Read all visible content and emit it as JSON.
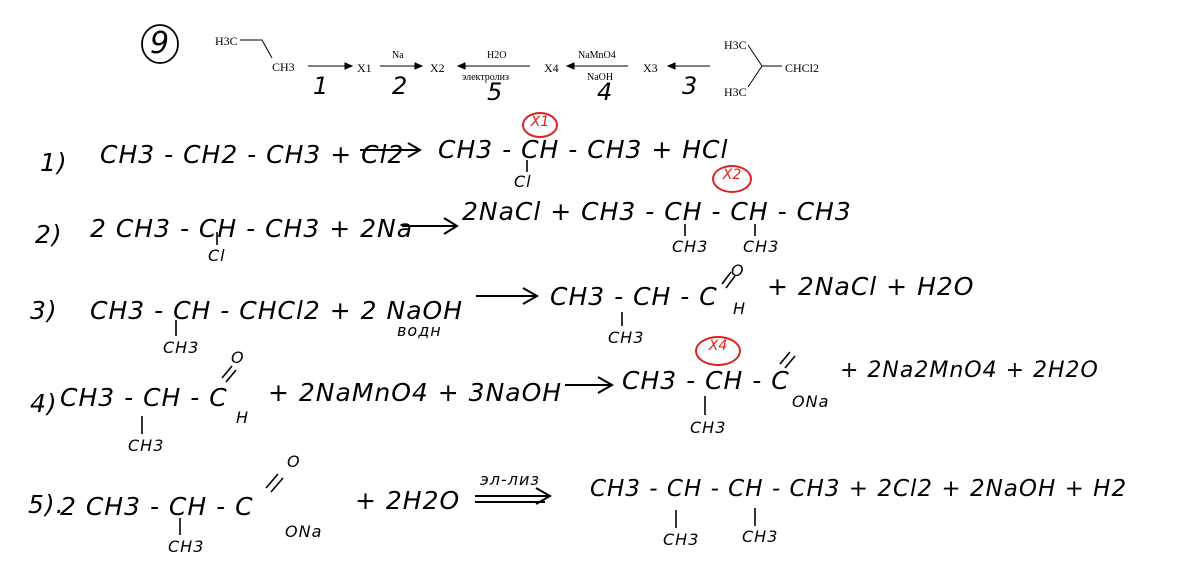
{
  "task": {
    "number": "9",
    "start": {
      "top": "H3C",
      "bottom": "CH3"
    },
    "end": {
      "top": "H3C",
      "bottom": "H3C",
      "group": "CHCl2"
    },
    "x1": "X1",
    "x2": "X2",
    "x3": "X3",
    "x4": "X4",
    "arrow2_label": "Na",
    "arrow5_top": "H2O",
    "arrow5_bottom": "электролиз",
    "arrow4_top": "NaMnO4",
    "arrow4_bottom": "NaOH",
    "step_nums": [
      "1",
      "2",
      "5",
      "4",
      "3"
    ]
  },
  "steps": [
    {
      "label": "1)",
      "left": "CH3 - CH2 - CH3  +  Cl2",
      "product": "CH3 - CH - CH3 + HCl",
      "sub": "Cl",
      "tag": "X1"
    },
    {
      "label": "2)",
      "left": "2  CH3 - CH - CH3 + 2Na",
      "left_sub": "Cl",
      "product": "2NaCl  +  CH3 - CH - CH - CH3",
      "sub1": "CH3",
      "sub2": "CH3",
      "tag": "X2"
    },
    {
      "label": "3)",
      "left": "CH3 - CH - CHCl2  + 2 NaOH",
      "left_sub": "CH3",
      "cond": "водн",
      "product": "CH3 - CH - C",
      "product_sub": "CH3",
      "o": "O",
      "h": "H",
      "rest": "+ 2NaCl + H2O"
    },
    {
      "label": "4)",
      "left": "CH3 - CH - C",
      "left_sub": "CH3",
      "o": "O",
      "h": "H",
      "mid": "+ 2NaMnO4 + 3NaOH",
      "product": "CH3 - CH - C",
      "product_sub": "CH3",
      "ona": "ONa",
      "rest": "+ 2Na2MnO4 + 2H2O",
      "tag": "X4"
    },
    {
      "label": "5).",
      "left": "2  CH3 - CH - C",
      "left_sub": "CH3",
      "o": "O",
      "ona": "ONa",
      "mid": "+ 2H2O",
      "cond": "эл-лиз",
      "product": "CH3 - CH - CH - CH3  + 2Cl2 + 2NaOH + H2",
      "sub1": "CH3",
      "sub2": "CH3"
    }
  ]
}
